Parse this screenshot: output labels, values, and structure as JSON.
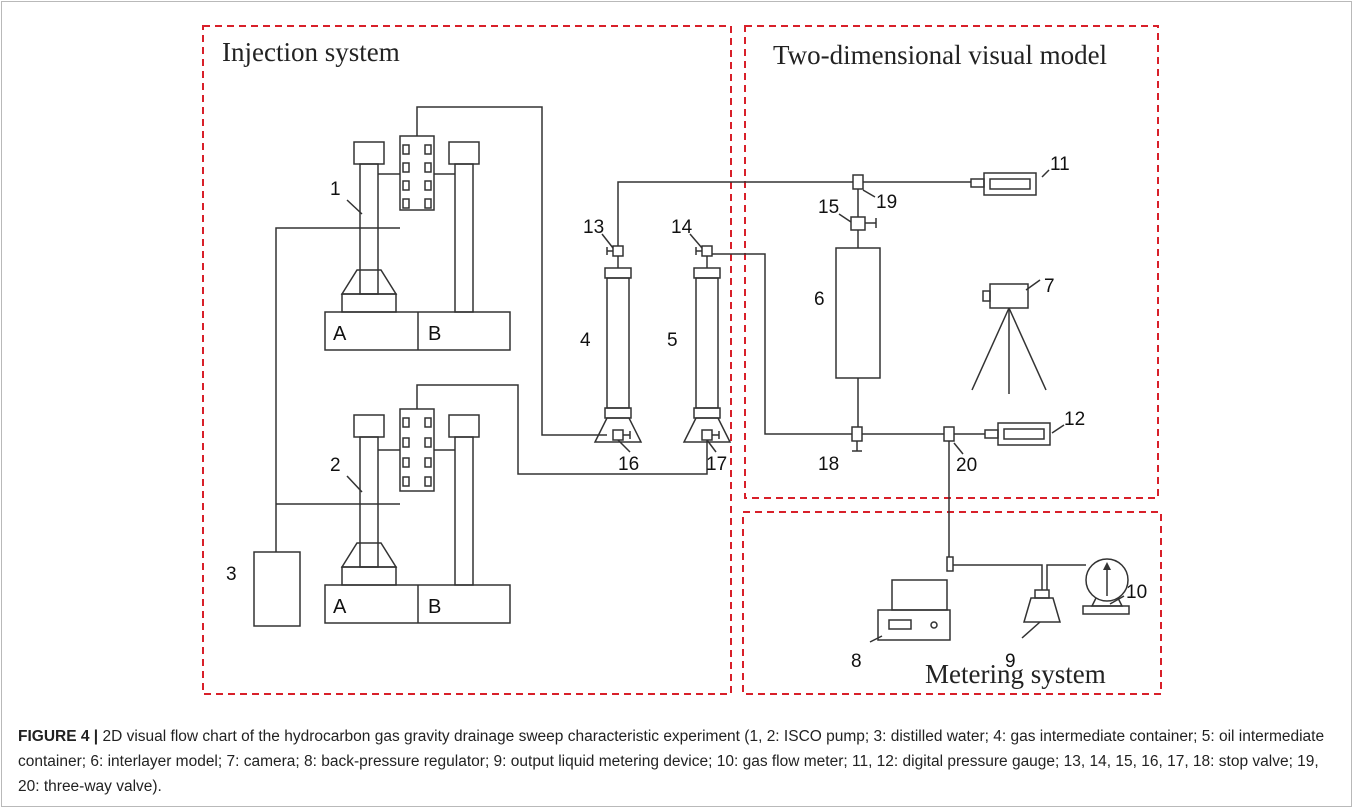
{
  "systems": {
    "injection": "Injection system",
    "visual_model": "Two-dimensional visual model",
    "metering": "Metering system"
  },
  "pump_labels": {
    "a": "A",
    "b": "B"
  },
  "component_numbers": {
    "n1": "1",
    "n2": "2",
    "n3": "3",
    "n4": "4",
    "n5": "5",
    "n6": "6",
    "n7": "7",
    "n8": "8",
    "n9": "9",
    "n10": "10",
    "n11": "11",
    "n12": "12",
    "n13": "13",
    "n14": "14",
    "n15": "15",
    "n16": "16",
    "n17": "17",
    "n18": "18",
    "n19": "19",
    "n20": "20"
  },
  "caption": {
    "lead": "FIGURE 4 |",
    "text": "2D visual flow chart of the hydrocarbon gas gravity drainage sweep characteristic experiment (1, 2: ISCO pump; 3: distilled water; 4: gas intermediate container; 5: oil intermediate container; 6: interlayer model; 7: camera; 8: back-pressure regulator; 9: output liquid metering device; 10: gas flow meter; 11, 12: digital pressure gauge; 13, 14, 15, 16, 17, 18: stop valve; 19, 20: three-way valve)."
  }
}
